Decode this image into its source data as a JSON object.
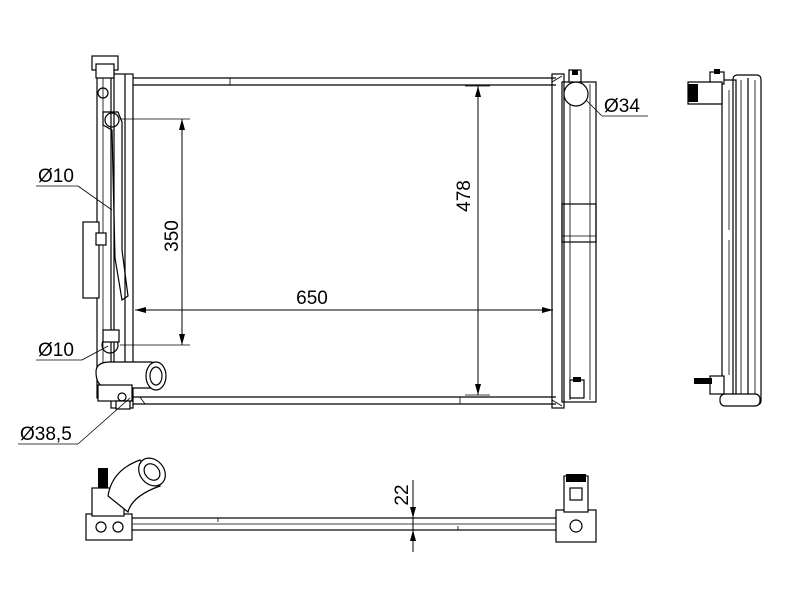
{
  "dimensions": {
    "top_hose_diameter": "Ø10",
    "bottom_hose_diameter": "Ø10",
    "outlet_diameter": "Ø38,5",
    "inlet_diameter": "Ø34",
    "core_width": "650",
    "core_height": "478",
    "tube_spacing": "350",
    "core_thickness": "22"
  }
}
